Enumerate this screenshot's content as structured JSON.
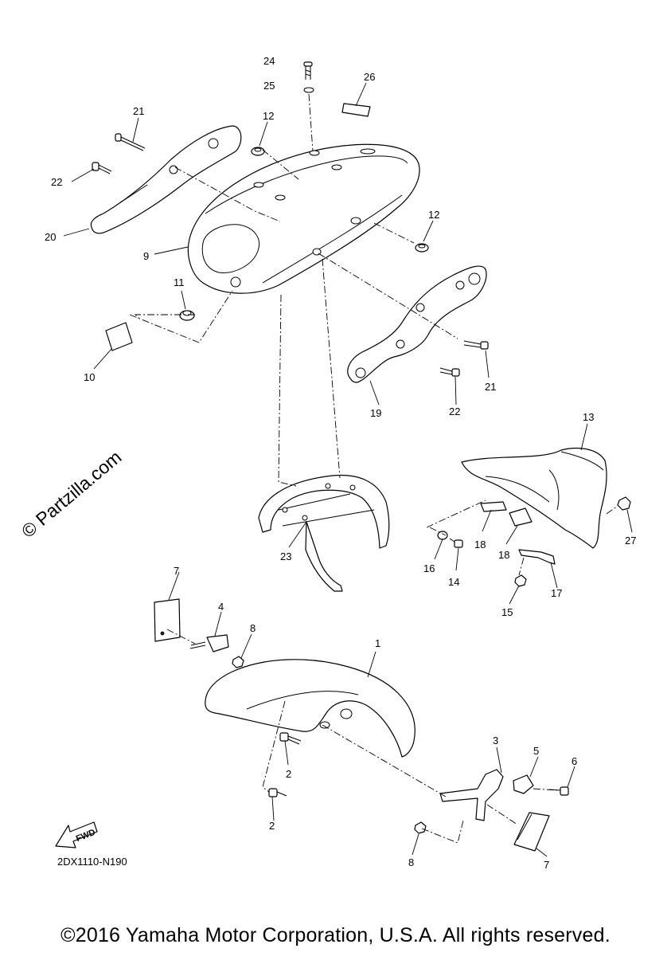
{
  "watermark": "© Partzilla.com",
  "diagram_code": "2DX1110-N190",
  "fwd_label": "FWD",
  "copyright": "©2016 Yamaha Motor Corporation, U.S.A. All rights reserved.",
  "callouts": {
    "c1": "1",
    "c2a": "2",
    "c2b": "2",
    "c3": "3",
    "c4": "4",
    "c5": "5",
    "c6": "6",
    "c7a": "7",
    "c7b": "7",
    "c8a": "8",
    "c8b": "8",
    "c9": "9",
    "c10": "10",
    "c11": "11",
    "c12a": "12",
    "c12b": "12",
    "c13": "13",
    "c14": "14",
    "c15": "15",
    "c16": "16",
    "c17": "17",
    "c18a": "18",
    "c18b": "18",
    "c19": "19",
    "c20": "20",
    "c21a": "21",
    "c21b": "21",
    "c22a": "22",
    "c22b": "22",
    "c23": "23",
    "c24": "24",
    "c25": "25",
    "c26": "26",
    "c27": "27"
  }
}
